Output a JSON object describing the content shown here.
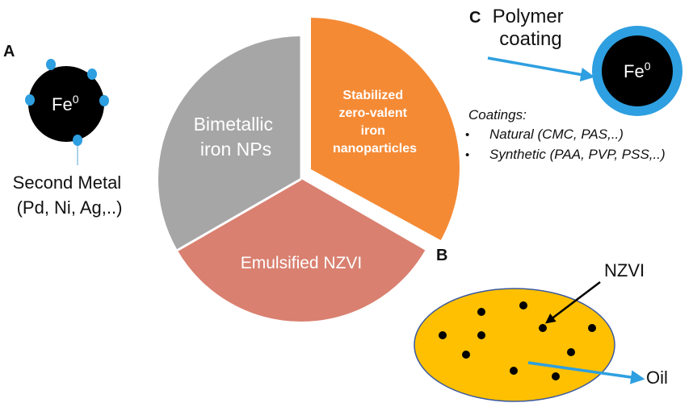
{
  "panel_letters": {
    "a": "A",
    "b": "B",
    "c": "C"
  },
  "pie": {
    "segments": [
      {
        "label_lines": [
          "Bimetallic",
          "iron NPs"
        ],
        "color": "#a6a6a6"
      },
      {
        "label_lines": [
          "Emulsified NZVI"
        ],
        "color": "#d98070"
      },
      {
        "label_lines": [
          "Stabilized",
          "zero-valent",
          "iron",
          "nanoparticles"
        ],
        "color": "#f58a35"
      }
    ]
  },
  "panel_a": {
    "particle": "Fe",
    "superscript": "0",
    "label_lines": [
      "Second Metal",
      "(Pd, Ni, Ag,..)"
    ],
    "particle_color": "#000000",
    "dot_color": "#2e9fe0"
  },
  "panel_c": {
    "title_lines": [
      "Polymer",
      "coating"
    ],
    "particle": "Fe",
    "superscript": "0",
    "coatings_heading": "Coatings:",
    "bullets": [
      "Natural (CMC, PAS,..)",
      "Synthetic (PAA, PVP, PSS,..)"
    ],
    "coating_color": "#2e9fe0",
    "arrow_color": "#2e9fe0"
  },
  "panel_b": {
    "nzvi_label": "NZVI",
    "oil_label": "Oil",
    "droplet_color": "#fec000",
    "droplet_border": "#3b5aa0"
  }
}
